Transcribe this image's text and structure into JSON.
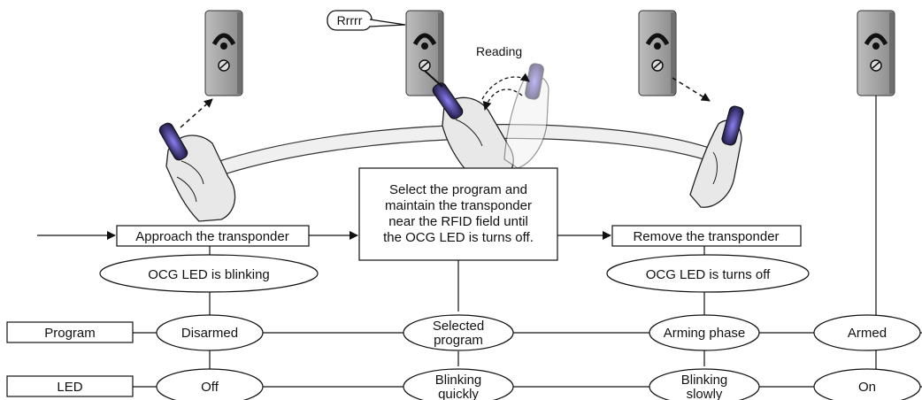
{
  "bubble": "Rrrrr",
  "reading": "Reading",
  "steps": {
    "approach": "Approach the transponder",
    "select_lines": [
      "Select the program and",
      "maintain the transponder",
      "near the RFID field until",
      "the OCG LED is turns off."
    ],
    "remove": "Remove the transponder"
  },
  "led_notes": {
    "blinking": "OCG LED is blinking",
    "off": "OCG LED is turns off"
  },
  "rows": {
    "program": {
      "label": "Program",
      "states": [
        [
          "Disarmed"
        ],
        [
          "Selected",
          "program"
        ],
        [
          "Arming phase"
        ],
        [
          "Armed"
        ]
      ]
    },
    "led": {
      "label": "LED",
      "states": [
        [
          "Off"
        ],
        [
          "Blinking",
          "quickly"
        ],
        [
          "Blinking",
          "slowly"
        ],
        [
          "On"
        ]
      ]
    }
  },
  "colors": {
    "device": "#9a9a9a",
    "device_dark": "#5a5a5a",
    "fob": "#2a2650",
    "fob_glow": "#6b5fd0",
    "skin": "#e6e6e6",
    "line": "#222222"
  }
}
